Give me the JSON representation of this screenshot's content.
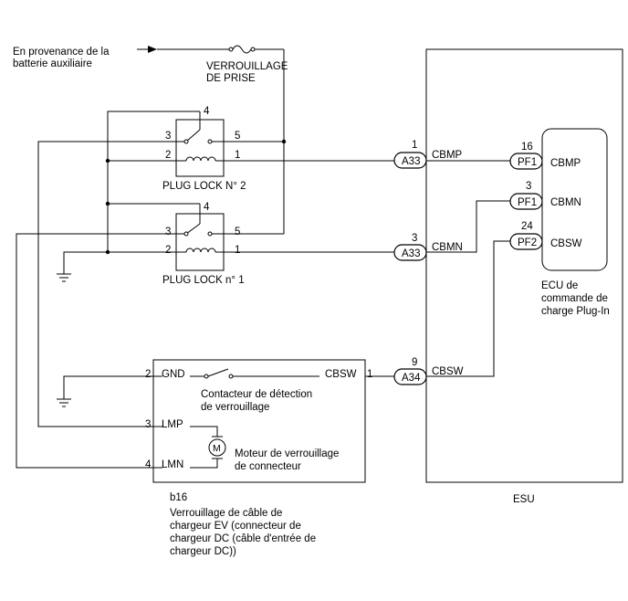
{
  "source": {
    "line1": "En provenance de la",
    "line2": "batterie auxiliaire"
  },
  "fuse": {
    "line1": "VERROUILLAGE",
    "line2": "DE PRISE"
  },
  "relay2": {
    "label": "PLUG LOCK N° 2",
    "pins": [
      "4",
      "3",
      "5",
      "2",
      "1"
    ]
  },
  "relay1": {
    "label": "PLUG LOCK n° 1",
    "pins": [
      "4",
      "3",
      "5",
      "2",
      "1"
    ]
  },
  "b16": {
    "id": "b16",
    "caption": [
      "Verrouillage de câble de",
      "chargeur EV (connecteur de",
      "chargeur DC (câble d'entrée de",
      "chargeur DC))"
    ],
    "pins": {
      "gnd": "2",
      "lmp": "3",
      "lmn": "4",
      "cbsw": "1"
    },
    "terminals": {
      "gnd": "GND",
      "lmp": "LMP",
      "lmn": "LMN",
      "cbsw": "CBSW"
    },
    "switch_label": [
      "Contacteur de détection",
      "de verrouillage"
    ],
    "motor_label": [
      "Moteur de verrouillage",
      "de connecteur"
    ],
    "motor_symbol": "M"
  },
  "esu": {
    "label": "ESU",
    "connectors": [
      {
        "name": "A33",
        "pin": "1",
        "signal": "CBMP"
      },
      {
        "name": "A33",
        "pin": "3",
        "signal": "CBMN"
      },
      {
        "name": "A34",
        "pin": "9",
        "signal": "CBSW"
      }
    ]
  },
  "ecu": {
    "label": [
      "ECU de",
      "commande de",
      "charge Plug-In"
    ],
    "connectors": [
      {
        "name": "PF1",
        "pin": "16",
        "signal": "CBMP"
      },
      {
        "name": "PF1",
        "pin": "3",
        "signal": "CBMN"
      },
      {
        "name": "PF2",
        "pin": "24",
        "signal": "CBSW"
      }
    ]
  }
}
